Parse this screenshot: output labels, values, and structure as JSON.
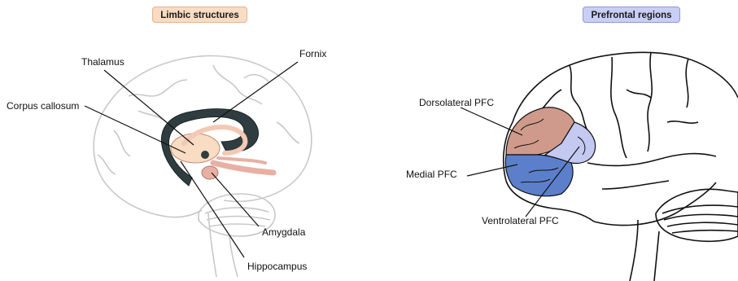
{
  "panels": {
    "left": {
      "title": "Limbic structures"
    },
    "right": {
      "title": "Prefrontal regions"
    }
  },
  "labels": {
    "thalamus": "Thalamus",
    "fornix": "Fornix",
    "corpus_callosum": "Corpus callosum",
    "amygdala": "Amygdala",
    "hippocampus": "Hippocampus",
    "dorsolateral_pfc": "Dorsolateral PFC",
    "medial_pfc": "Medial PFC",
    "ventrolateral_pfc": "Ventrolateral PFC"
  },
  "colors": {
    "limbic_badge": "#f8dcc3",
    "prefrontal_badge": "#c9cef5",
    "corpus_callosum": "#2f3d40",
    "thalamus": "#f8dcc3",
    "fornix": "#f3c9b4",
    "amygdala": "#e8b0a4",
    "hippocampus": "#e8b0a4",
    "dorsolateral_pfc": "#cf9a8b",
    "medial_pfc": "#5c7fcb",
    "ventrolateral_pfc": "#c4c9f2",
    "brain_outline_left": "#c8c8c8",
    "brain_outline_right": "#111111"
  }
}
